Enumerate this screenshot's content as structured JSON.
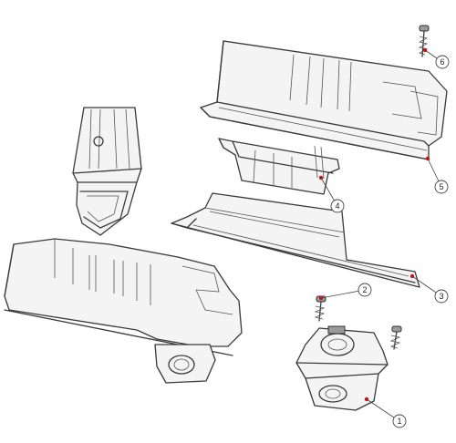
{
  "diagram": {
    "callouts": [
      {
        "number": "1",
        "dot_color": "#c0151b"
      },
      {
        "number": "2",
        "dot_color": "#c0151b"
      },
      {
        "number": "3",
        "dot_color": "#c0151b"
      },
      {
        "number": "4",
        "dot_color": "#c0151b"
      },
      {
        "number": "5",
        "dot_color": "#c0151b"
      },
      {
        "number": "6",
        "dot_color": "#c0151b"
      }
    ],
    "style": {
      "line_color": "#3a3a3a",
      "fill_color": "#f4f4f4",
      "background": "#ffffff"
    }
  }
}
